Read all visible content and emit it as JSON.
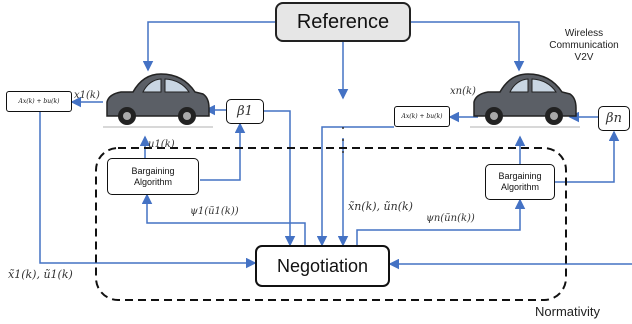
{
  "reference": {
    "label": "Reference"
  },
  "wireless": {
    "line1": "Wireless",
    "line2": "Communication",
    "line3": "V2V"
  },
  "negotiation": {
    "label": "Negotiation"
  },
  "normativity": {
    "label": "Normativity"
  },
  "model_left": {
    "label": "Ax(k) + bu(k)"
  },
  "model_right": {
    "label": "Ax(k) + bu(k)"
  },
  "beta_left": {
    "label": "β1"
  },
  "beta_right": {
    "label": "βn"
  },
  "bargaining_left": {
    "line1": "Bargaining",
    "line2": "Algorithm"
  },
  "bargaining_right": {
    "line1": "Bargaining",
    "line2": "Algorithm"
  },
  "math": {
    "x1": "x1(k)",
    "xn": "xn(k)",
    "u1": "u1(k)",
    "psi1": "ψ1(ũ1(k))",
    "psin": "ψn(ũn(k))",
    "xn_un": "x̃n(k), ũn(k)",
    "x1_u1": "x̃1(k), ũ1(k)"
  },
  "colors": {
    "arrow": "#4472c4",
    "border": "#111111",
    "reference_fill": "#e6e6e6",
    "car_body": "#5b5f66"
  }
}
